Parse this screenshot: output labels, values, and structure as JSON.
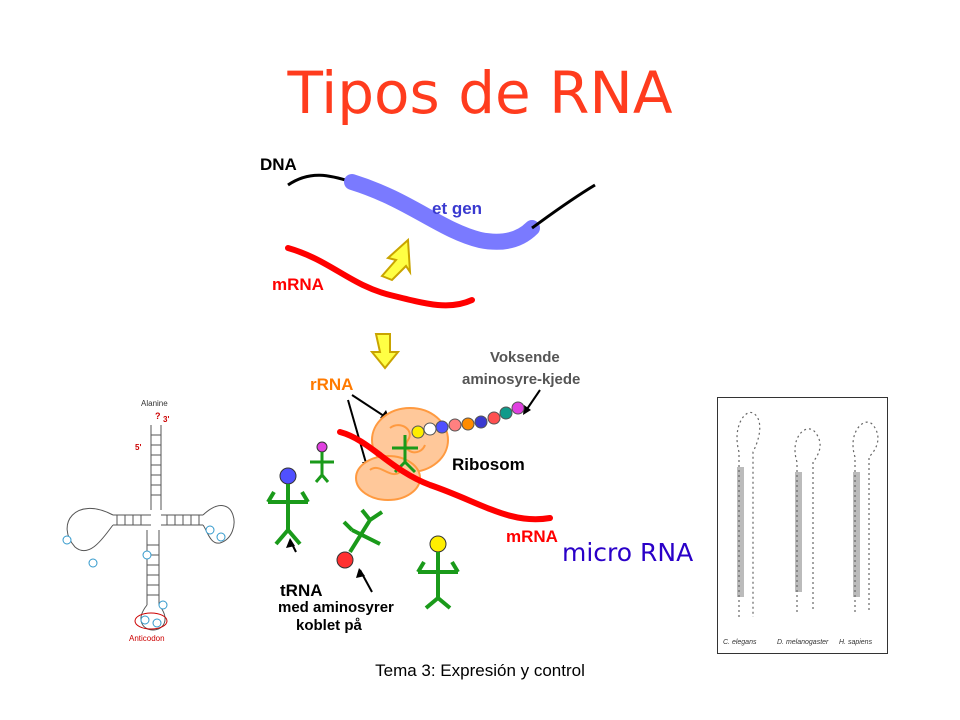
{
  "slide": {
    "title": "Tipos de RNA",
    "footer": "Tema 3: Expresión y control",
    "micro_label": "micro RNA"
  },
  "central_figure": {
    "dna_label": "DNA",
    "gene_label": "et gen",
    "mrna_top_label": "mRNA",
    "rrna_label": "rRNA",
    "chain_label_line1": "Voksende",
    "chain_label_line2": "aminosyre-kjede",
    "ribosome_label": "Ribosom",
    "mrna_bottom_label": "mRNA",
    "trna_label": "tRNA",
    "trna_caption_line1": "med aminosyrer",
    "trna_caption_line2": "koblet på"
  },
  "trna_structure": {
    "amino_acid": "Alanine",
    "three_prime": "3'",
    "five_prime": "5'",
    "anticodon": "Anticodon"
  },
  "mirna_panel": {
    "species": [
      "C. elegans",
      "D. melanogaster",
      "H. sapiens"
    ]
  },
  "colors": {
    "title": "#ff3c1e",
    "mrna": "#ff0000",
    "dna_gene": "#7a7aff",
    "trna": "#1a9a1a",
    "arrow": "#ffff44",
    "micro_text": "#2a00c8"
  }
}
